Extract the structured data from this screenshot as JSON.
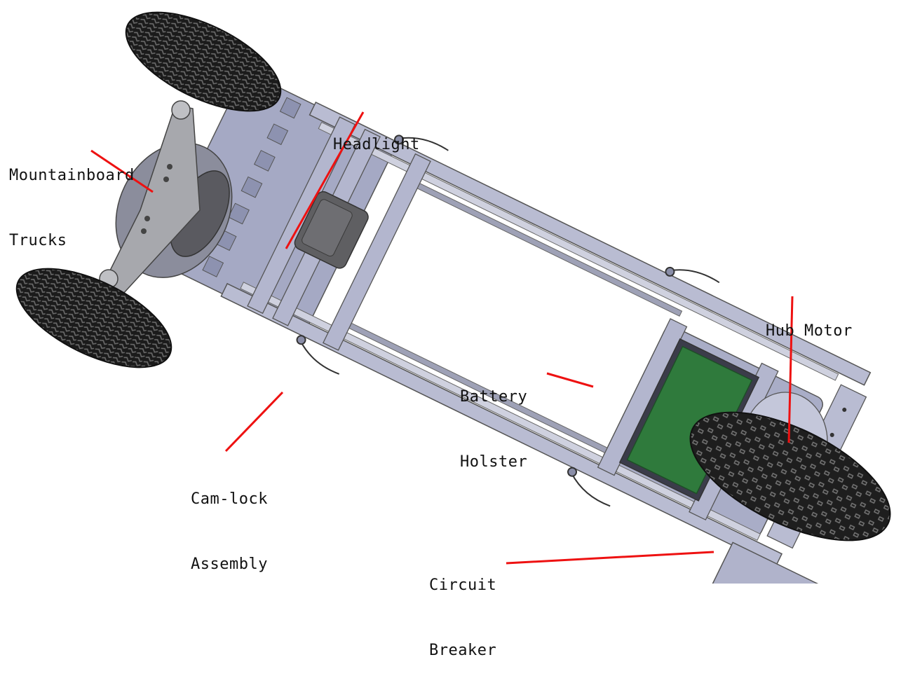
{
  "labels": {
    "trucks": [
      "Mountainboard",
      "Trucks"
    ],
    "headlight": [
      "Headlight"
    ],
    "hub_motor": [
      "Hub Motor"
    ],
    "battery": [
      "Battery",
      "Holster"
    ],
    "camlock": [
      "Cam-lock",
      "Assembly"
    ],
    "breaker": [
      "Circuit",
      "Breaker"
    ]
  },
  "colors": {
    "leader": "#ee1111",
    "frame": "#a5a9c4",
    "frame_dark": "#7f84a3",
    "battery": "#2f7a3c",
    "tire": "#222222",
    "truck": "#9a9a9e"
  }
}
